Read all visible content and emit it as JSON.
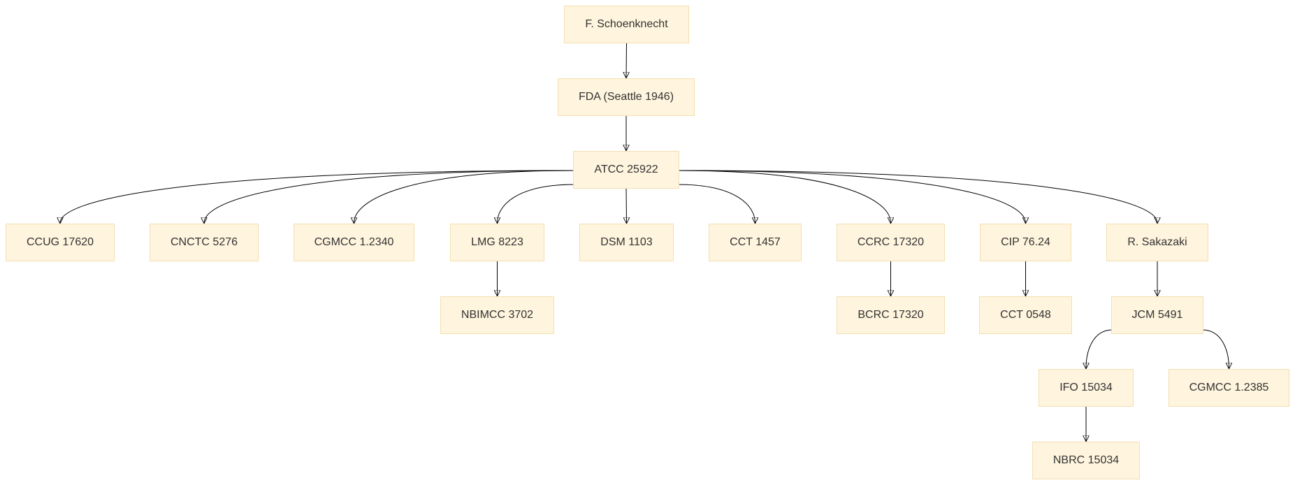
{
  "diagram": {
    "nodes": [
      {
        "id": "schoenknecht",
        "label": "F. Schoenknecht"
      },
      {
        "id": "fda",
        "label": "FDA (Seattle 1946)"
      },
      {
        "id": "atcc",
        "label": "ATCC 25922"
      },
      {
        "id": "ccug",
        "label": "CCUG 17620"
      },
      {
        "id": "cnctc",
        "label": "CNCTC 5276"
      },
      {
        "id": "cgmcc1",
        "label": "CGMCC 1.2340"
      },
      {
        "id": "lmg",
        "label": "LMG 8223"
      },
      {
        "id": "dsm",
        "label": "DSM 1103"
      },
      {
        "id": "cct1457",
        "label": "CCT 1457"
      },
      {
        "id": "ccrc",
        "label": "CCRC 17320"
      },
      {
        "id": "cip",
        "label": "CIP 76.24"
      },
      {
        "id": "sakazaki",
        "label": "R. Sakazaki"
      },
      {
        "id": "nbimcc",
        "label": "NBIMCC 3702"
      },
      {
        "id": "bcrc",
        "label": "BCRC 17320"
      },
      {
        "id": "cct0548",
        "label": "CCT 0548"
      },
      {
        "id": "jcm",
        "label": "JCM 5491"
      },
      {
        "id": "ifo",
        "label": "IFO 15034"
      },
      {
        "id": "cgmcc2",
        "label": "CGMCC 1.2385"
      },
      {
        "id": "nbrc",
        "label": "NBRC 15034"
      }
    ],
    "edges": [
      [
        "schoenknecht",
        "fda"
      ],
      [
        "fda",
        "atcc"
      ],
      [
        "atcc",
        "ccug"
      ],
      [
        "atcc",
        "cnctc"
      ],
      [
        "atcc",
        "cgmcc1"
      ],
      [
        "atcc",
        "lmg"
      ],
      [
        "atcc",
        "dsm"
      ],
      [
        "atcc",
        "cct1457"
      ],
      [
        "atcc",
        "ccrc"
      ],
      [
        "atcc",
        "cip"
      ],
      [
        "atcc",
        "sakazaki"
      ],
      [
        "lmg",
        "nbimcc"
      ],
      [
        "ccrc",
        "bcrc"
      ],
      [
        "cip",
        "cct0548"
      ],
      [
        "sakazaki",
        "jcm"
      ],
      [
        "jcm",
        "ifo"
      ],
      [
        "jcm",
        "cgmcc2"
      ],
      [
        "ifo",
        "nbrc"
      ]
    ]
  }
}
